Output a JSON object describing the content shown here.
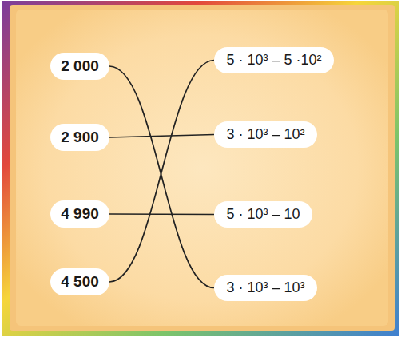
{
  "diagram": {
    "nodes": [
      {
        "text": [
          "2 000"
        ]
      },
      {
        "text": [
          "5 · 10³ – 5 ·10²"
        ]
      },
      {
        "text": [
          "2 900"
        ]
      },
      {
        "text": [
          "3 · 10³ – 10²"
        ]
      },
      {
        "text": [
          "4 990"
        ]
      },
      {
        "text": [
          "5 · 10³ – 10"
        ]
      },
      {
        "text": [
          "4 500"
        ]
      },
      {
        "text": [
          "3 · 10³ – 10³"
        ]
      }
    ],
    "edges": [
      {
        "from": 0,
        "to": 7,
        "arrow": "none"
      },
      {
        "from": 2,
        "to": 3,
        "arrow": "none"
      },
      {
        "from": 4,
        "to": 5,
        "arrow": "none"
      },
      {
        "from": 6,
        "to": 1,
        "arrow": "none"
      }
    ]
  }
}
